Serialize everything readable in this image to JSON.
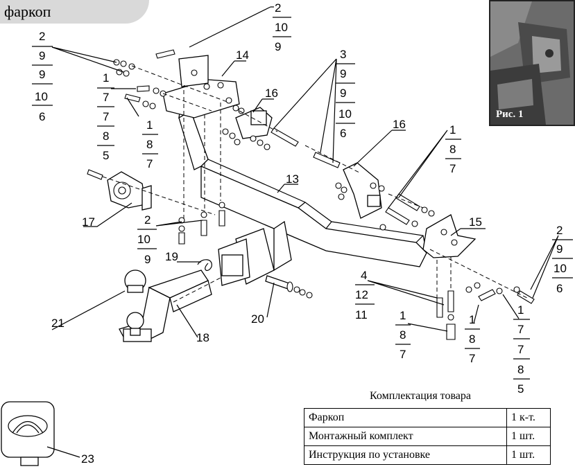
{
  "header": {
    "title": "фаркоп"
  },
  "photo": {
    "caption": "Рис. 1"
  },
  "callouts": [
    {
      "id": "c-top-2",
      "label": "2",
      "list": [
        "10",
        "9"
      ]
    },
    {
      "id": "c-left-2",
      "label": "2",
      "list": [
        "9",
        "9",
        "10",
        "6"
      ]
    },
    {
      "id": "c-left-1",
      "label": "1",
      "list": [
        "7",
        "7",
        "8",
        "5"
      ]
    },
    {
      "id": "c-left-1b",
      "label": "1",
      "list": [
        "8",
        "7"
      ]
    },
    {
      "id": "c-14",
      "label": "14",
      "list": []
    },
    {
      "id": "c-16a",
      "label": "16",
      "list": []
    },
    {
      "id": "c-3",
      "label": "3",
      "list": [
        "9",
        "9",
        "10",
        "6"
      ]
    },
    {
      "id": "c-16b",
      "label": "16",
      "list": []
    },
    {
      "id": "c-right-1",
      "label": "1",
      "list": [
        "8",
        "7"
      ]
    },
    {
      "id": "c-13",
      "label": "13",
      "list": []
    },
    {
      "id": "c-17",
      "label": "17",
      "list": []
    },
    {
      "id": "c-mid-2",
      "label": "2",
      "list": [
        "10",
        "9"
      ]
    },
    {
      "id": "c-15",
      "label": "15",
      "list": []
    },
    {
      "id": "c-far-2",
      "label": "2",
      "list": [
        "9",
        "10",
        "6"
      ]
    },
    {
      "id": "c-19",
      "label": "19",
      "list": []
    },
    {
      "id": "c-4",
      "label": "4",
      "list": [
        "12",
        "11"
      ]
    },
    {
      "id": "c-1-low",
      "label": "1",
      "list": [
        "8",
        "7"
      ]
    },
    {
      "id": "c-1-low2",
      "label": "1",
      "list": [
        "8",
        "7"
      ]
    },
    {
      "id": "c-1-far",
      "label": "1",
      "list": [
        "7",
        "7",
        "8",
        "5"
      ]
    },
    {
      "id": "c-21",
      "label": "21",
      "list": []
    },
    {
      "id": "c-18",
      "label": "18",
      "list": []
    },
    {
      "id": "c-20",
      "label": "20",
      "list": []
    },
    {
      "id": "c-23",
      "label": "23",
      "list": []
    }
  ],
  "kit": {
    "title": "Комплектация товара",
    "rows": [
      {
        "name": "Фаркоп",
        "qty": "1 к-т."
      },
      {
        "name": "Монтажный комплект",
        "qty": "1 шт."
      },
      {
        "name": "Инструкция по установке",
        "qty": "1 шт."
      }
    ]
  }
}
